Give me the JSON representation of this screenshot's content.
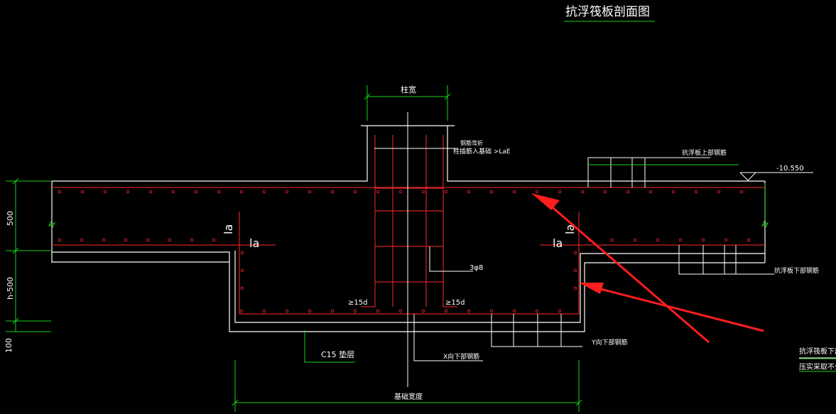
{
  "title": "抗浮筏板剖面图",
  "labels": {
    "column_width": "柱宽",
    "column_note_1": "钢筋弯折",
    "column_note_2": "柱插筋入基础 >LaE",
    "top_bar_label": "抗浮板上部钢筋",
    "elevation": "-10.550",
    "dim_500": "500",
    "dim_h500": "h-500",
    "dim_100": "100",
    "la": "la",
    "stirrup": "3φ8",
    "hook_15d": "≥15d",
    "bottom_bar_label": "抗浮板下部钢筋",
    "y_bar_label": "Y向下部钢筋",
    "x_bar_label": "X向下部钢筋",
    "cushion": "C15 垫层",
    "foundation_width": "基础宽度",
    "right_note_1": "抗浮筏板下部",
    "right_note_2": "压实采取不少"
  },
  "colors": {
    "background": "#000000",
    "lines": "#ffffff",
    "rebar": "#ff2a2a",
    "dimension": "#19d219",
    "annotation_arrow": "#ff1e1e"
  }
}
